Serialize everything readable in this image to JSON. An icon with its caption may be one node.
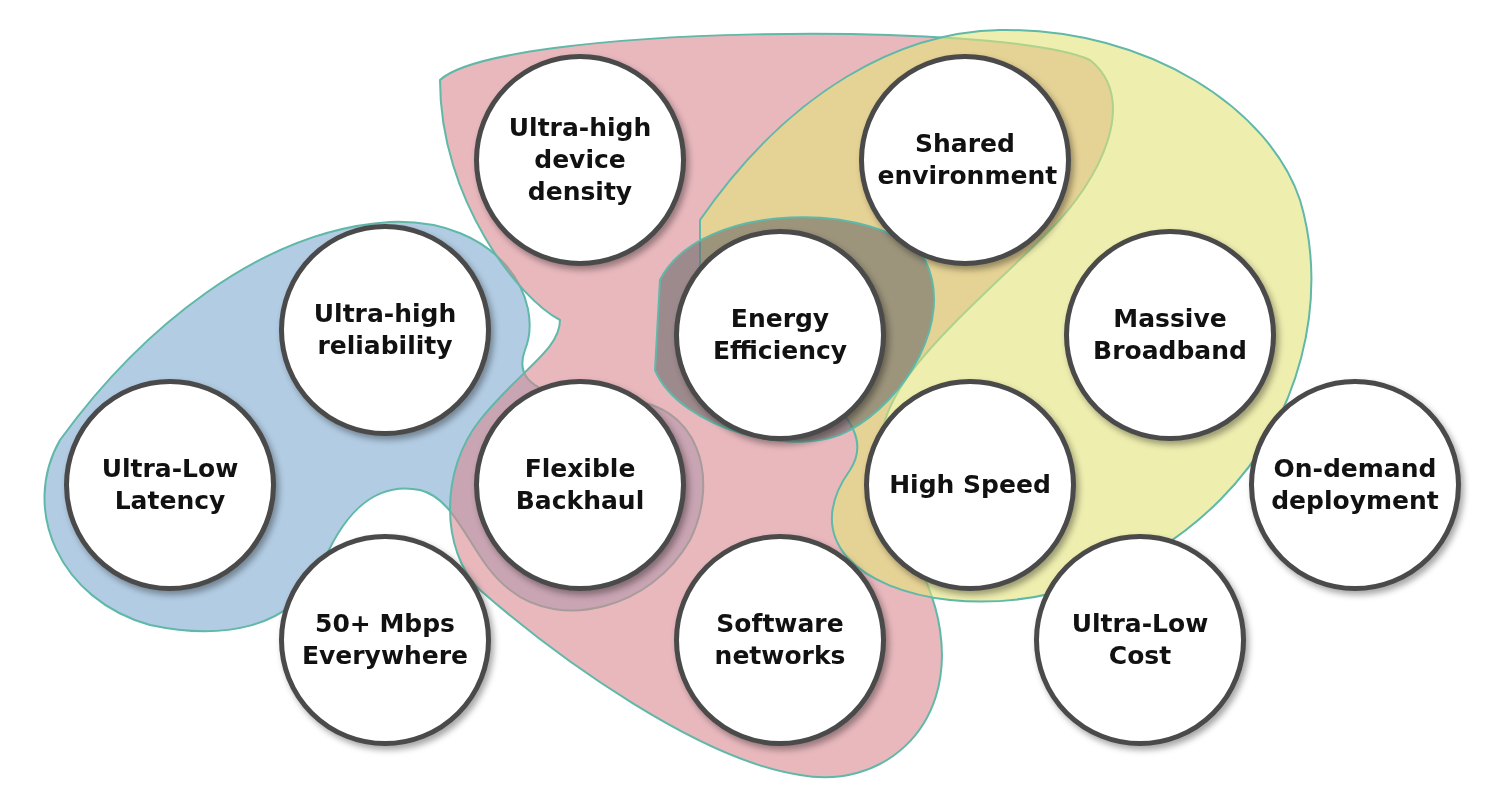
{
  "diagram": {
    "nodes": [
      {
        "text": [
          "Ultra-high device density"
        ]
      },
      {
        "text": [
          "Shared environment"
        ]
      },
      {
        "text": [
          "Ultra-high reliability"
        ]
      },
      {
        "text": [
          "Energy Efficiency"
        ]
      },
      {
        "text": [
          "Massive Broadband"
        ]
      },
      {
        "text": [
          "Ultra-Low Latency"
        ]
      },
      {
        "text": [
          "Flexible Backhaul"
        ]
      },
      {
        "text": [
          "High Speed"
        ]
      },
      {
        "text": [
          "On-demand deployment"
        ]
      },
      {
        "text": [
          "50+ Mbps Everywhere"
        ]
      },
      {
        "text": [
          "Software networks"
        ]
      },
      {
        "text": [
          "Ultra-Low Cost"
        ]
      }
    ]
  }
}
